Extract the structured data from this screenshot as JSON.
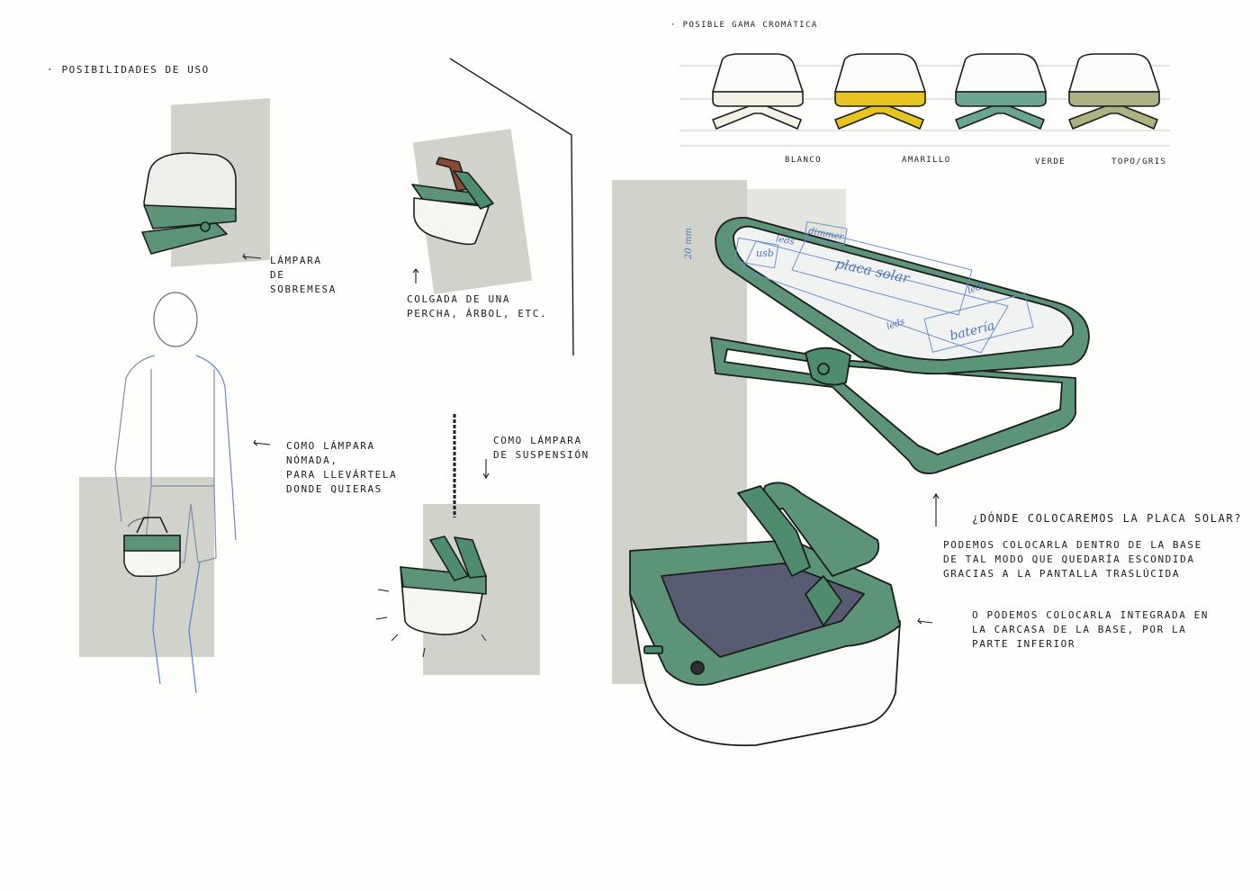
{
  "section_titles": {
    "uses": "· posibilidades de uso",
    "palette": "· posible gama cromática"
  },
  "palette": {
    "swatches": [
      {
        "label": "blanco",
        "color": "#f4f1e6"
      },
      {
        "label": "amarillo",
        "color": "#e7c41f"
      },
      {
        "label": "verde",
        "color": "#6aa58f"
      },
      {
        "label": "topo/gris",
        "color": "#aeb283"
      }
    ]
  },
  "annotations": {
    "desk_lamp": [
      "lámpara",
      "de",
      "sobremesa"
    ],
    "hanging_branch": [
      "colgada de una",
      "percha, árbol, etc."
    ],
    "nomad": [
      "como lámpara",
      "nómada,",
      "para llevártela",
      "donde quieras"
    ],
    "suspension": [
      "como lámpara",
      "de suspensión"
    ],
    "solar_question": "¿dónde colocaremos la placa solar?",
    "option_one": [
      "podemos colocarla dentro de la base",
      "de tal modo que quedaría escondida",
      "gracias a la pantalla traslúcida"
    ],
    "option_two": [
      "o podemos colocarla integrada en",
      "la carcasa de la base, por la",
      "parte inferior"
    ]
  },
  "interior_labels": {
    "dimension": "20 mm",
    "usb": "usb",
    "leds_top": "leds",
    "dimmer": "dimmer",
    "solar_panel": "placa solar",
    "leds_right": "leds",
    "leds_bottom": "leds",
    "battery": "batería"
  },
  "colors": {
    "shell_green": "#4e8c6e",
    "shadow_grey": "#c9cbc2",
    "ink": "#1c1c1c",
    "pencil_blue": "#4b72b8"
  }
}
